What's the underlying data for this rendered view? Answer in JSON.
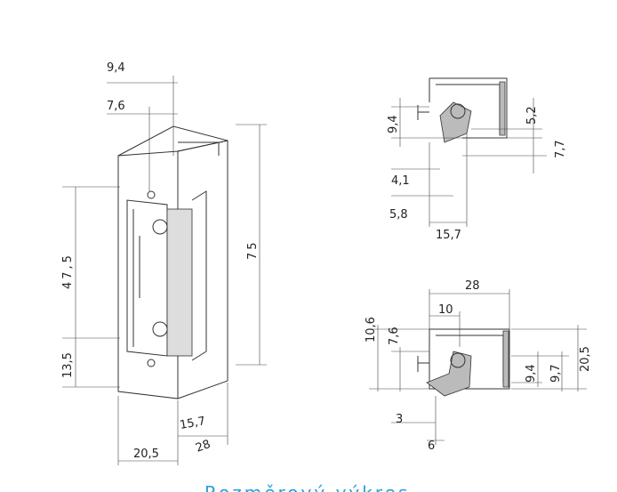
{
  "caption": "Rozměrový výkres",
  "front_view": {
    "dims": [
      "9,4",
      "7,6",
      "47,5",
      "13,5",
      "75",
      "15,7",
      "20,5",
      "28"
    ]
  },
  "side_view_top": {
    "dims": [
      "9,4",
      "5,2",
      "7,7",
      "4,1",
      "5,8",
      "15,7"
    ]
  },
  "side_view_bottom": {
    "dims": [
      "28",
      "10",
      "10,6",
      "7,6",
      "9,4",
      "9,7",
      "20,5",
      "3",
      "6"
    ]
  }
}
